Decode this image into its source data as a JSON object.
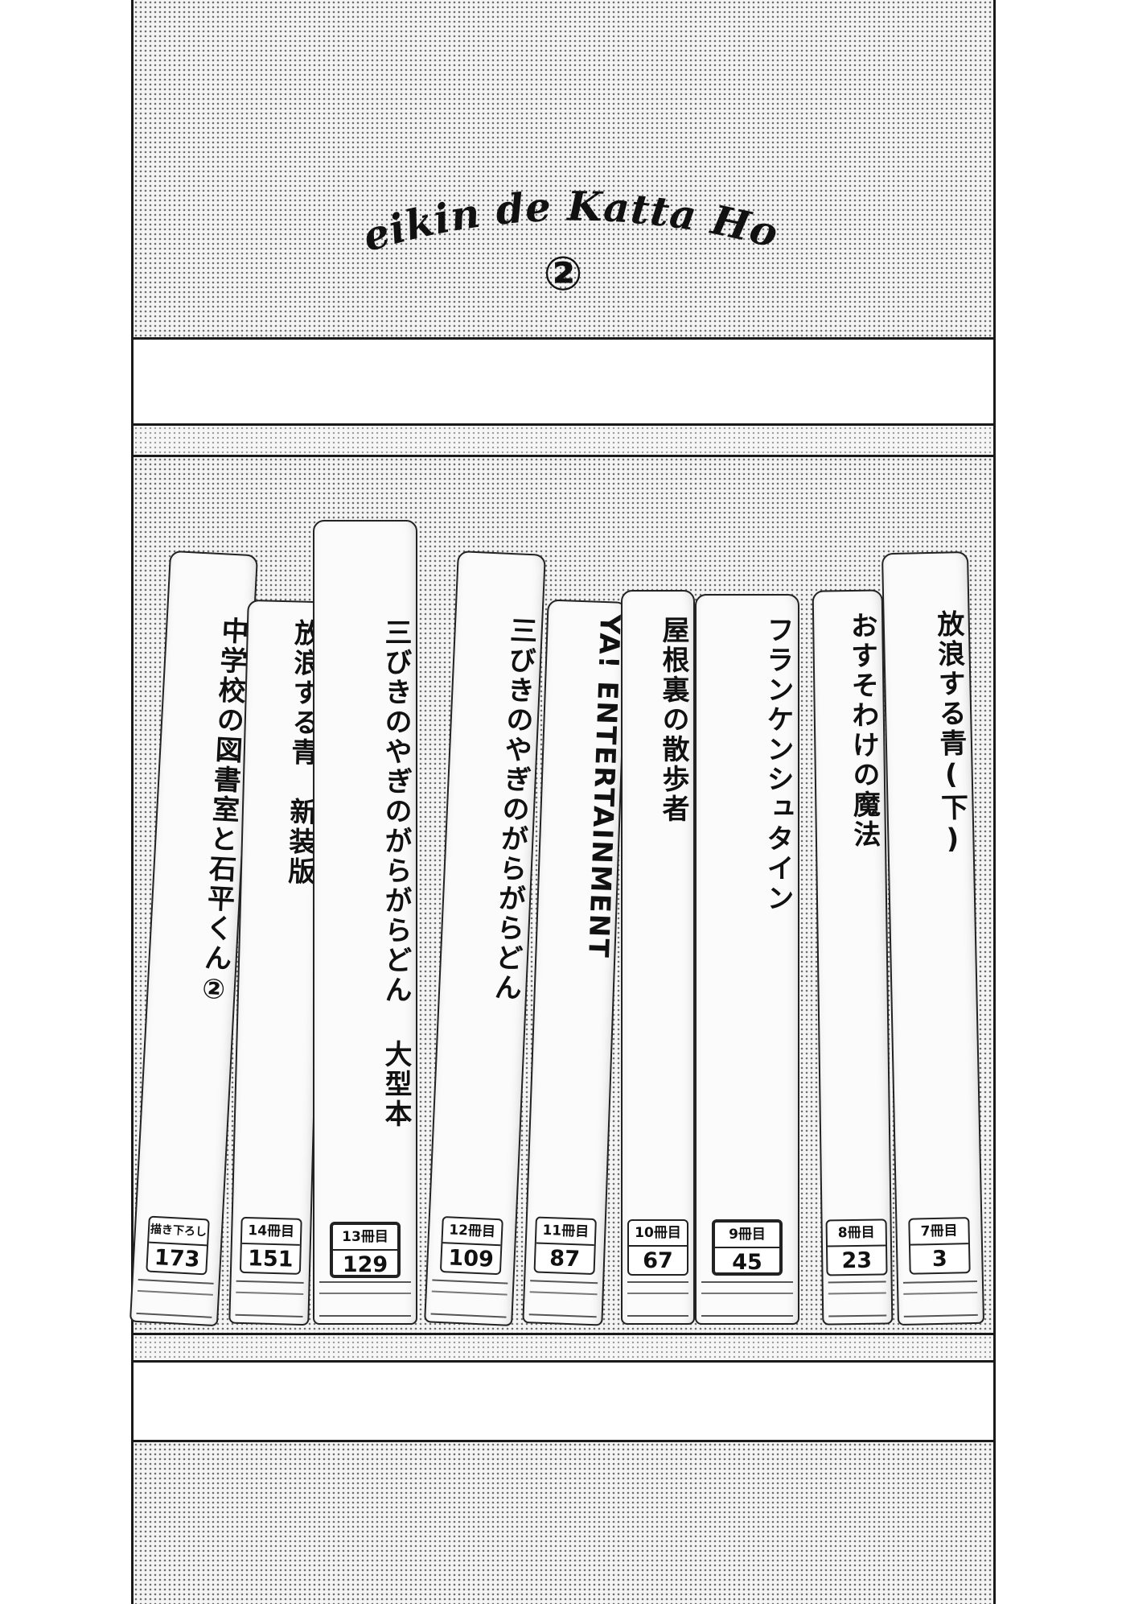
{
  "title": {
    "text": "Zeikin de Katta Hon",
    "volume": "②"
  },
  "books": [
    {
      "title": "中学校の図書室と石平くん②",
      "label": "描き下ろし",
      "page": "173"
    },
    {
      "title": "放浪する青　新装版",
      "label": "14冊目",
      "page": "151"
    },
    {
      "title": "三びきのやぎのがらがらどん 大型本",
      "label": "13冊目",
      "page": "129"
    },
    {
      "title": "三びきのやぎのがらがらどん",
      "label": "12冊目",
      "page": "109"
    },
    {
      "title": "YA! ENTERTAINMENT",
      "label": "11冊目",
      "page": "87"
    },
    {
      "title": "屋根裏の散歩者",
      "label": "10冊目",
      "page": "67"
    },
    {
      "title": "フランケンシュタイン",
      "label": "9冊目",
      "page": "45"
    },
    {
      "title": "おすそわけの魔法",
      "label": "8冊目",
      "page": "23"
    },
    {
      "title": "放浪する青(下)",
      "label": "7冊目",
      "page": "3"
    }
  ]
}
